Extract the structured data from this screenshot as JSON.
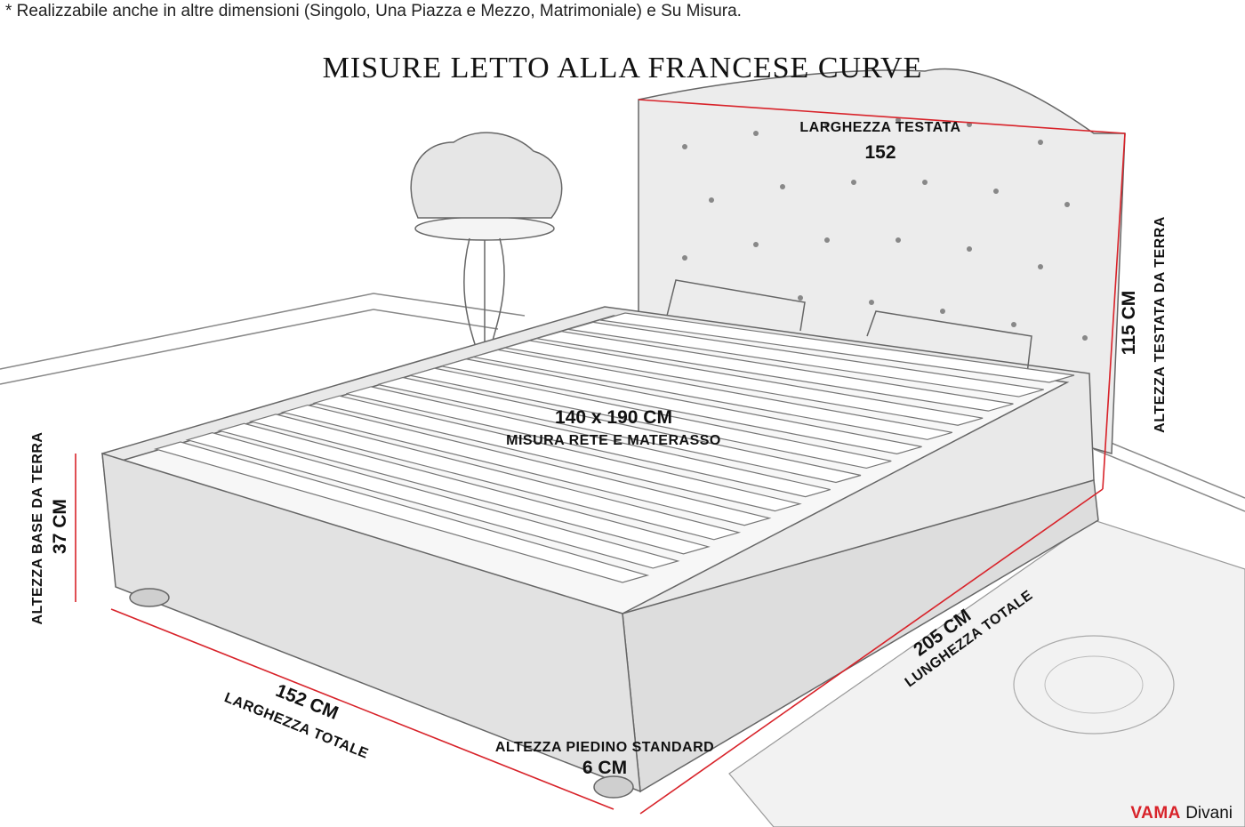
{
  "note": "* Realizzabile anche in altre dimensioni (Singolo, Una Piazza e Mezzo, Matrimoniale) e Su Misura.",
  "title": "MISURE LETTO ALLA FRANCESE CURVE",
  "dimensions": {
    "headboard_width": {
      "label": "LARGHEZZA TESTATA",
      "value": "152"
    },
    "headboard_height": {
      "value": "115 CM",
      "label": "ALTEZZA TESTATA DA TERRA"
    },
    "mattress": {
      "value": "140 x 190 CM",
      "label": "MISURA RETE E MATERASSO"
    },
    "base_height": {
      "label": "ALTEZZA BASE DA TERRA",
      "value": "37 CM"
    },
    "total_width": {
      "value": "152 CM",
      "label": "LARGHEZZA TOTALE"
    },
    "total_length": {
      "value": "205 CM",
      "label": "LUNGHEZZA TOTALE"
    },
    "foot_height": {
      "label": "ALTEZZA PIEDINO STANDARD",
      "value": "6 CM"
    }
  },
  "logo": {
    "brand": "VAMA",
    "sub": "Divani"
  },
  "colors": {
    "dimension_line": "#d8232a",
    "sketch": "#555555"
  }
}
